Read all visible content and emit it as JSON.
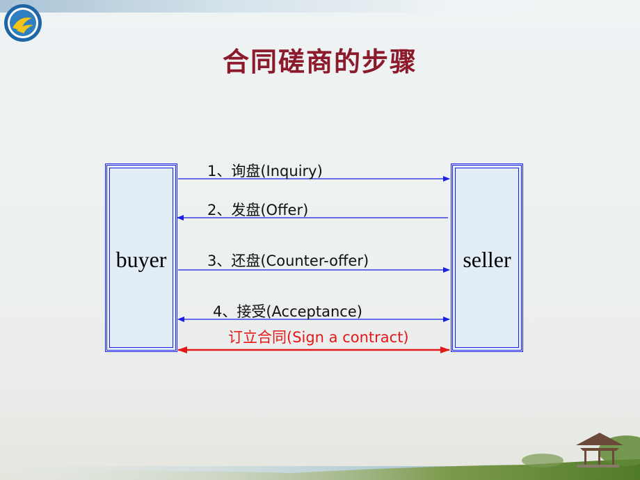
{
  "title": "合同磋商的步骤",
  "parties": {
    "buyer": "buyer",
    "seller": "seller"
  },
  "steps": [
    {
      "label": "1、询盘(Inquiry)",
      "direction": "buyer-to-seller",
      "color": "#1a1ee6"
    },
    {
      "label": "2、发盘(Offer)",
      "direction": "seller-to-buyer",
      "color": "#1a1ee6"
    },
    {
      "label": "3、还盘(Counter-offer)",
      "direction": "buyer-to-seller",
      "color": "#1a1ee6"
    },
    {
      "label": "4、接受(Acceptance)",
      "direction": "both",
      "color": "#1a1ee6"
    },
    {
      "label": "订立合同(Sign a contract)",
      "direction": "both",
      "color": "#e41818"
    }
  ],
  "colors": {
    "title": "#8b1a2b",
    "box_border": "#1a1ee6",
    "arrow": "#1a1ee6",
    "contract": "#e41818"
  },
  "icons": [
    "university-logo-icon",
    "pavilion-landscape-icon"
  ]
}
